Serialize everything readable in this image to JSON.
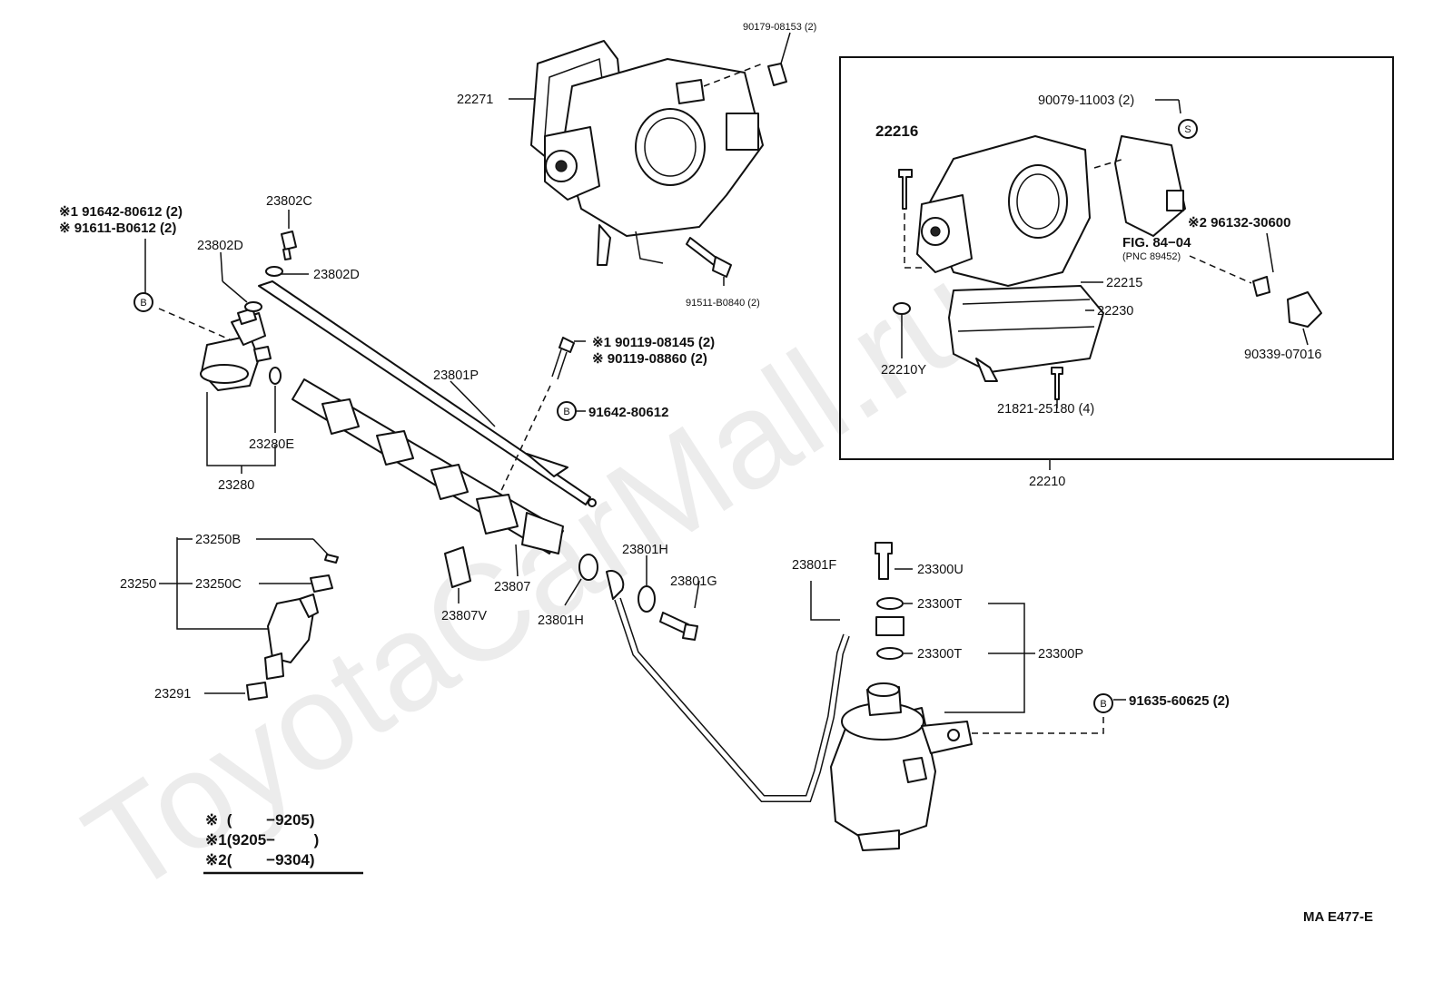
{
  "watermark": "ToyotaCarMall.ru",
  "diagram_code": "MA E477-E",
  "inset_fig": "FIG. 84−04",
  "inset_pnc": "(PNC 89452)",
  "labels": {
    "p22271": "22271",
    "p90179": "90179-08153 (2)",
    "p91511": "91511-B0840 (2)",
    "p22216": "22216",
    "p90079": "90079-11003 (2)",
    "p96132": "※2 96132-30600",
    "p22215": "22215",
    "p22230": "22230",
    "p22210Y": "22210Y",
    "p90339": "90339-07016",
    "p21821": "21821-25180 (4)",
    "p22210": "22210",
    "p91642a": "※1 91642-80612 (2)",
    "p91611": "※  91611-B0612 (2)",
    "p23802C": "23802C",
    "p23802Da": "23802D",
    "p23802Db": "23802D",
    "p90119a": "※1 90119-08145 (2)",
    "p90119b": "※  90119-08860 (2)",
    "p23801P": "23801P",
    "p91642b": "91642-80612",
    "p23280E": "23280E",
    "p23280": "23280",
    "p23250B": "23250B",
    "p23250": "23250",
    "p23250C": "23250C",
    "p23291": "23291",
    "p23807": "23807",
    "p23807V": "23807V",
    "p23801Ha": "23801H",
    "p23801Hb": "23801H",
    "p23801G": "23801G",
    "p23801F": "23801F",
    "p23300U": "23300U",
    "p23300Ta": "23300T",
    "p23300Tb": "23300T",
    "p23300P": "23300P",
    "p91635": "91635-60625 (2)"
  },
  "callouts": {
    "b": "B",
    "s": "S"
  },
  "legend": {
    "row1": "※  (        −9205)",
    "row2": "※1(9205−         )",
    "row3": "※2(        −9304)"
  }
}
